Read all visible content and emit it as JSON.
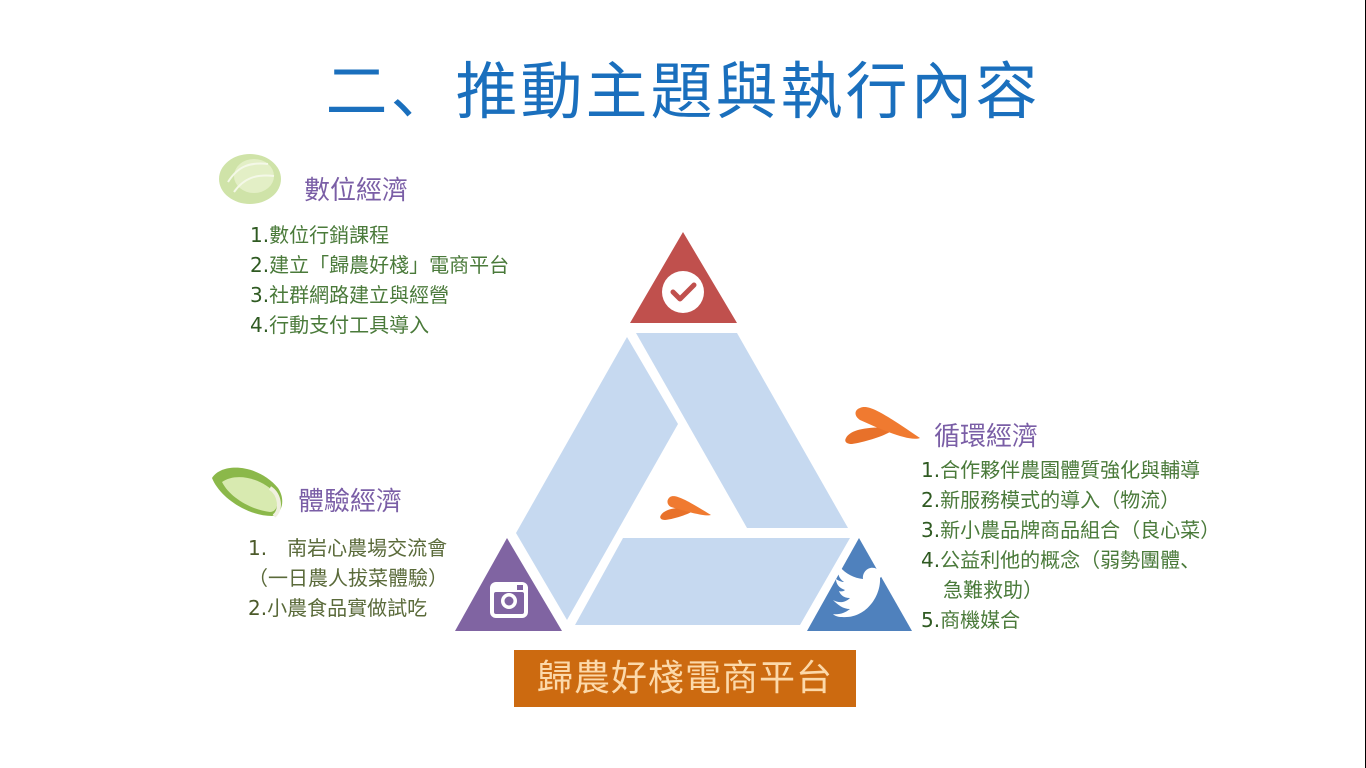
{
  "title": "二、推動主題與執行內容",
  "digital": {
    "heading": "數位經濟",
    "items": [
      {
        "num": "1.",
        "text": "數位行銷課程"
      },
      {
        "num": "2.",
        "text": "建立「歸農好棧」電商平台"
      },
      {
        "num": "3.",
        "text": "社群網路建立與經營"
      },
      {
        "num": "4.",
        "text": "行動支付工具導入"
      }
    ]
  },
  "experience": {
    "heading": "體驗經濟",
    "items": [
      {
        "num": "1.",
        "text": "　南岩心農場交流會"
      },
      {
        "num": "",
        "text": "（一日農人拔菜體驗）"
      },
      {
        "num": "2.",
        "text": "小農食品實做試吃"
      }
    ]
  },
  "circular": {
    "heading": "循環經濟",
    "items": [
      {
        "num": "1.",
        "text": "合作夥伴農園體質強化與輔導"
      },
      {
        "num": "2.",
        "text": "新服務模式的導入（物流）"
      },
      {
        "num": "3.",
        "text": "新小農品牌商品組合（良心菜）"
      },
      {
        "num": "4.",
        "text": "公益利他的概念（弱勢團體、"
      },
      {
        "num": "",
        "text": "急難救助）"
      },
      {
        "num": "5.",
        "text": "商機媒合"
      }
    ]
  },
  "banner": "歸農好棧電商平台",
  "colors": {
    "red": "#c0504d",
    "purple": "#8064a2",
    "blue": "#4f81bd",
    "segment": "#c6d9f0",
    "banner": "#cc6a10"
  },
  "icons": [
    "checkmark-icon",
    "instagram-icon",
    "twitter-icon",
    "cabbage-icon",
    "napa-cabbage-icon",
    "carrot-icon"
  ]
}
